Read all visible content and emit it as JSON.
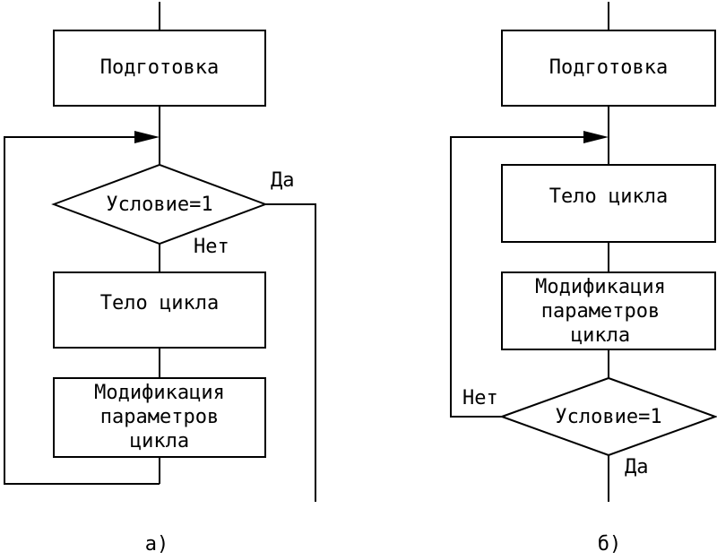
{
  "diagram_a": {
    "label": "а)",
    "prep": "Подготовка",
    "condition": "Условие=1",
    "yes": "Да",
    "no": "Нет",
    "body": "Тело цикла",
    "modif": [
      "Модификация",
      "параметров",
      "цикла"
    ]
  },
  "diagram_b": {
    "label": "б)",
    "prep": "Подготовка",
    "body": "Тело цикла",
    "modif": [
      "Модификация",
      "параметров",
      "цикла"
    ],
    "condition": "Условие=1",
    "no": "Нет",
    "yes": "Да"
  }
}
